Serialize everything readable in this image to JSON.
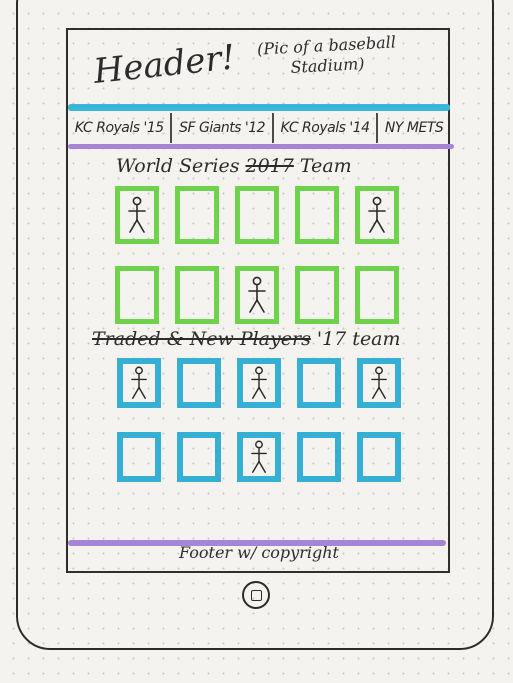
{
  "header": {
    "title": "Header!",
    "note": "(Pic of a baseball Stadium)"
  },
  "nav": {
    "tabs": [
      "KC Royals '15",
      "SF Giants '12",
      "KC Royals '14",
      "NY METS"
    ]
  },
  "section1": {
    "title_before": "World Series ",
    "title_struck": "2017",
    "title_after": " Team",
    "rows": [
      [
        true,
        false,
        false,
        false,
        true
      ],
      [
        false,
        false,
        true,
        false,
        false
      ]
    ]
  },
  "section2": {
    "title_struck": "Traded & New Players",
    "title_after": " '17 team",
    "rows": [
      [
        true,
        false,
        true,
        false,
        true
      ],
      [
        false,
        false,
        true,
        false,
        false
      ]
    ]
  },
  "footer": {
    "text": "Footer w/ copyright"
  },
  "colors": {
    "green": "#6ed34a",
    "blue": "#35b0d4",
    "purple": "#a685d6"
  },
  "icons": {
    "player": "stick-figure-icon",
    "home": "home-button-icon"
  }
}
